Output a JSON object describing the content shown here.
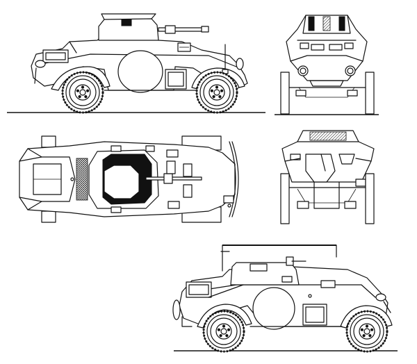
{
  "drawing": {
    "subject": "",
    "views": [
      {
        "id": "left-side-view"
      },
      {
        "id": "front-view"
      },
      {
        "id": "top-view"
      },
      {
        "id": "rear-view"
      },
      {
        "id": "right-side-view"
      }
    ]
  }
}
